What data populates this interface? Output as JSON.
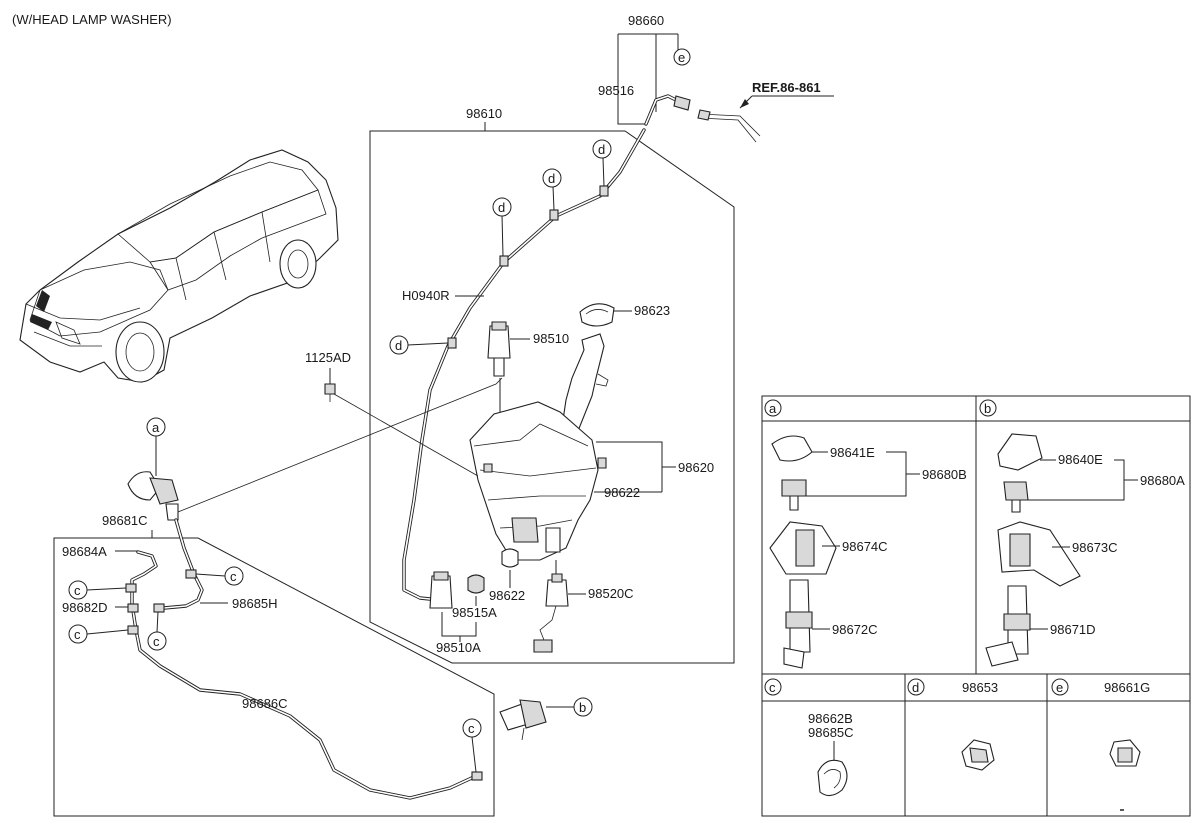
{
  "header": {
    "variant_note": "(W/HEAD LAMP WASHER)"
  },
  "reference": {
    "label": "REF.86-861"
  },
  "parts": {
    "p98660": "98660",
    "p98516": "98516",
    "p98610": "98610",
    "pH0940R": "H0940R",
    "p98510": "98510",
    "p98623": "98623",
    "p1125AD": "1125AD",
    "p98620": "98620",
    "p98622a": "98622",
    "p98622b": "98622",
    "p98515A": "98515A",
    "p98510A": "98510A",
    "p98520C": "98520C",
    "p98681C": "98681C",
    "p98684A": "98684A",
    "p98682D": "98682D",
    "p98685H": "98685H",
    "p98686C": "98686C"
  },
  "callouts": {
    "a": "a",
    "b": "b",
    "c": "c",
    "d": "d",
    "e": "e"
  },
  "legend": {
    "cell_a": {
      "letter": "a",
      "parts": [
        "98641E",
        "98680B",
        "98674C",
        "98672C"
      ]
    },
    "cell_b": {
      "letter": "b",
      "parts": [
        "98640E",
        "98680A",
        "98673C",
        "98671D"
      ]
    },
    "cell_c": {
      "letter": "c",
      "parts": [
        "98662B",
        "98685C"
      ]
    },
    "cell_d": {
      "letter": "d",
      "parts": [
        "98653"
      ]
    },
    "cell_e": {
      "letter": "e",
      "parts": [
        "98661G"
      ]
    }
  }
}
